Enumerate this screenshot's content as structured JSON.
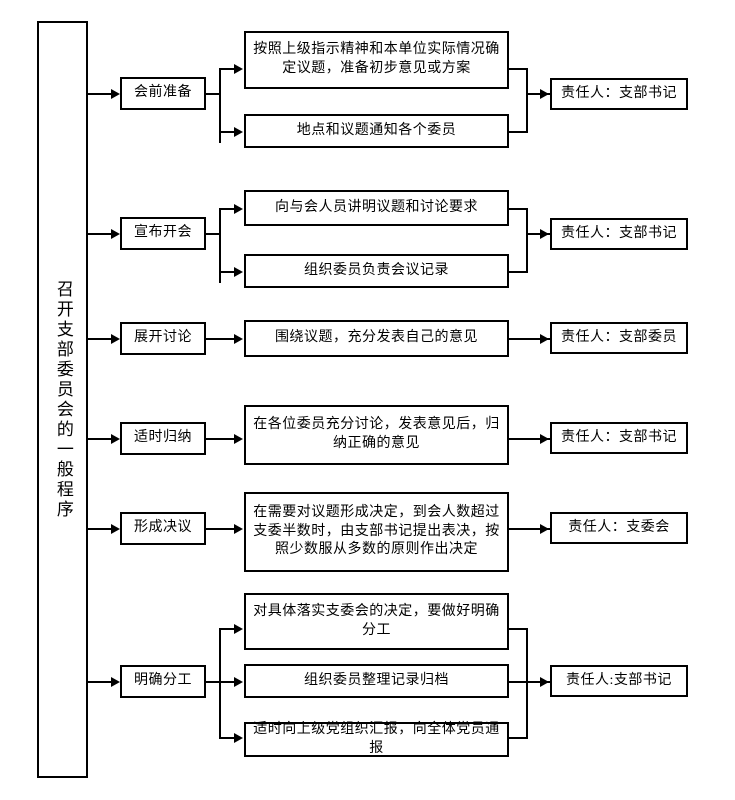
{
  "diagram": {
    "title_vertical": "召开支部委员会的一般程序",
    "rows": [
      {
        "stage": "会前准备",
        "details": [
          "按照上级指示精神和本单位实际情况确定议题，准备初步意见或方案",
          "地点和议题通知各个委员"
        ],
        "responsibility": "责任人：支部书记"
      },
      {
        "stage": "宣布开会",
        "details": [
          "向与会人员讲明议题和讨论要求",
          "组织委员负责会议记录"
        ],
        "responsibility": "责任人：支部书记"
      },
      {
        "stage": "展开讨论",
        "details": [
          "围绕议题，充分发表自己的意见"
        ],
        "responsibility": "责任人：支部委员"
      },
      {
        "stage": "适时归纳",
        "details": [
          "在各位委员充分讨论，发表意见后，归纳正确的意见"
        ],
        "responsibility": "责任人：支部书记"
      },
      {
        "stage": "形成决议",
        "details": [
          "在需要对议题形成决定，到会人数超过支委半数时，由支部书记提出表决，按照少数服从多数的原则作出决定"
        ],
        "responsibility": "责任人：支委会"
      },
      {
        "stage": "明确分工",
        "details": [
          "对具体落实支委会的决定，要做好明确分工",
          "组织委员整理记录归档",
          "适时向上级党组织汇报，向全体党员通报"
        ],
        "responsibility": "责任人:支部书记"
      }
    ],
    "colors": {
      "stroke": "#000000",
      "background": "#ffffff",
      "text": "#000000"
    }
  }
}
